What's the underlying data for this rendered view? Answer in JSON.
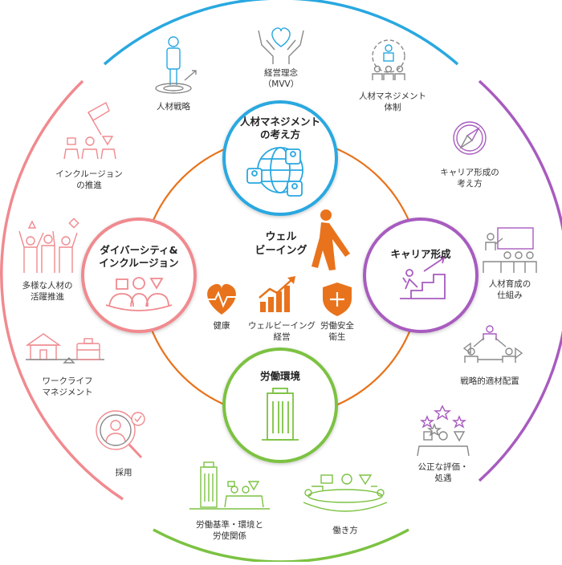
{
  "colors": {
    "blue": "#29a8e0",
    "purple": "#a85bbf",
    "green": "#7cc242",
    "pink": "#f08a8f",
    "orange": "#e8731c",
    "gray": "#8a8a8a"
  },
  "center": {
    "title_line1": "ウェル",
    "title_line2": "ビーイング",
    "items": [
      {
        "icon": "heart-pulse-icon",
        "label": "健康"
      },
      {
        "icon": "growth-chart-icon",
        "label_line1": "ウェルビーイング",
        "label_line2": "経営"
      },
      {
        "icon": "safety-shield-icon",
        "label_line1": "労働安全",
        "label_line2": "衛生"
      }
    ]
  },
  "hubs": {
    "top": {
      "line1": "人材マネジメント",
      "line2": "の考え方",
      "icon": "globe-network-icon"
    },
    "right": {
      "line1": "キャリア形成",
      "icon": "career-stairs-icon"
    },
    "bottom": {
      "line1": "労働環境",
      "icon": "office-building-icon"
    },
    "left": {
      "line1": "ダイバーシティ&",
      "line2": "インクルージョン",
      "icon": "diverse-team-icon"
    }
  },
  "outer": {
    "blue": [
      {
        "icon": "target-person-icon",
        "line1": "人材戦略"
      },
      {
        "icon": "hands-heart-icon",
        "line1": "経営理念",
        "line2": "（MVV）"
      },
      {
        "icon": "org-gear-icon",
        "line1": "人材マネジメント",
        "line2": "体制"
      }
    ],
    "purple": [
      {
        "icon": "compass-icon",
        "line1": "キャリア形成の",
        "line2": "考え方"
      },
      {
        "icon": "training-board-icon",
        "line1": "人材育成の",
        "line2": "仕組み"
      },
      {
        "icon": "placement-network-icon",
        "line1": "戦略的適材配置"
      },
      {
        "icon": "star-rating-icon",
        "line1": "公正な評価・",
        "line2": "処遇"
      }
    ],
    "green": [
      {
        "icon": "building-meeting-icon",
        "line1": "労働基準・環境と",
        "line2": "労使関係"
      },
      {
        "icon": "meeting-table-icon",
        "line1": "働き方"
      }
    ],
    "pink": [
      {
        "icon": "flag-team-icon",
        "line1": "インクルージョン",
        "line2": "の推進"
      },
      {
        "icon": "raised-hands-icon",
        "line1": "多様な人材の",
        "line2": "活躍推進"
      },
      {
        "icon": "home-briefcase-icon",
        "line1": "ワークライフ",
        "line2": "マネジメント"
      },
      {
        "icon": "magnifier-person-icon",
        "line1": "採用"
      }
    ]
  }
}
